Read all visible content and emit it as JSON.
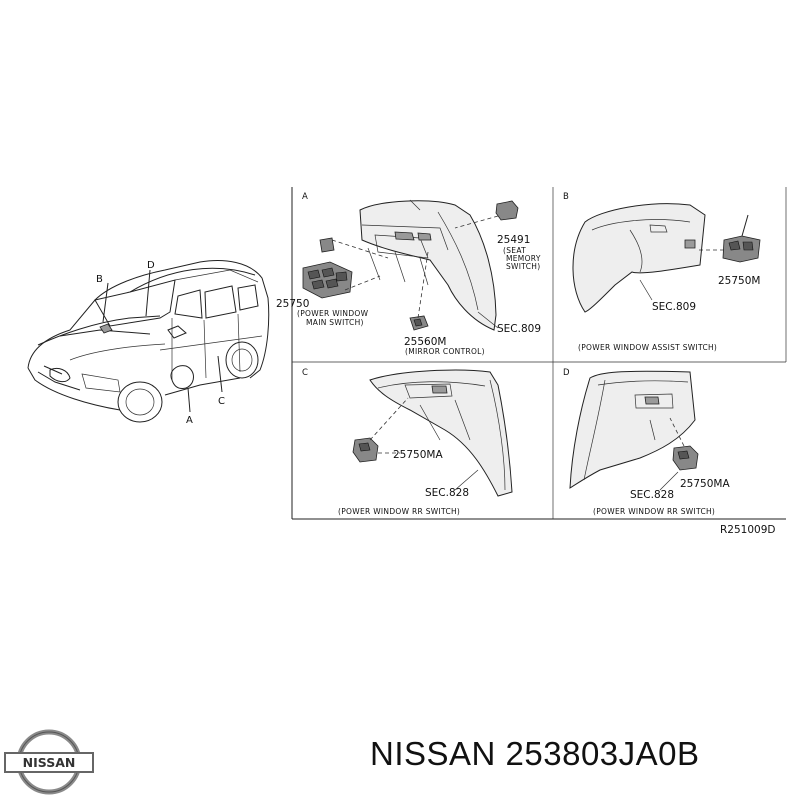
{
  "car_callouts": {
    "a": "A",
    "b": "B",
    "c": "C",
    "d": "D"
  },
  "panels": {
    "a": {
      "letter": "A",
      "parts": {
        "main_switch": "25750",
        "seat_memory_code": "25491",
        "seat_memory_name": [
          "(SEAT",
          "MEMORY",
          "SWITCH)"
        ],
        "mirror_code": "25560M",
        "sec": "SEC.809"
      },
      "captions": {
        "main_switch": [
          "(POWER WINDOW",
          "MAIN SWITCH)"
        ],
        "mirror": "(MIRROR CONTROL)"
      }
    },
    "b": {
      "letter": "B",
      "part": "25750M",
      "sec": "SEC.809",
      "caption": "(POWER WINDOW ASSIST SWITCH)"
    },
    "c": {
      "letter": "C",
      "part": "25750MA",
      "sec": "SEC.828",
      "caption": "(POWER WINDOW RR SWITCH)"
    },
    "d": {
      "letter": "D",
      "part": "25750MA",
      "sec": "SEC.828",
      "caption": "(POWER WINDOW RR SWITCH)"
    }
  },
  "figure_code": "R251009D",
  "footer": {
    "brand": "NISSAN",
    "part_number": "NISSAN 253803JA0B"
  },
  "logo": {
    "text": "NISSAN"
  }
}
